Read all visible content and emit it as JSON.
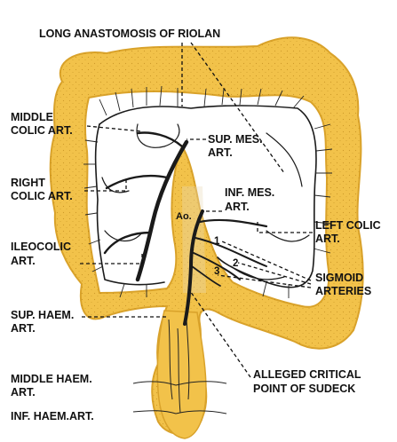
{
  "labels": {
    "riolan": "LONG ANASTOMOSIS OF RIOLAN",
    "middle_colic_1": "MIDDLE",
    "middle_colic_2": "COLIC ART.",
    "sup_mes_1": "SUP. MES.",
    "sup_mes_2": "ART.",
    "right_colic_1": "RIGHT",
    "right_colic_2": "COLIC ART.",
    "inf_mes_1": "INF. MES.",
    "inf_mes_2": "ART.",
    "aorta": "Ao.",
    "left_colic_1": "LEFT COLIC",
    "left_colic_2": "ART.",
    "ileocolic_1": "ILEOCOLIC",
    "ileocolic_2": "ART.",
    "sigmoid_1": "SIGMOID",
    "sigmoid_2": "ARTERIES",
    "sigmoid_num_1": "1",
    "sigmoid_num_2": "2",
    "sigmoid_num_3": "3",
    "sup_haem_1": "SUP. HAEM.",
    "sup_haem_2": "ART.",
    "critical_1": "ALLEGED CRITICAL",
    "critical_2": "POINT OF SUDECK",
    "middle_haem_1": "MIDDLE HAEM.",
    "middle_haem_2": "ART.",
    "inf_haem": "INF. HAEM.ART."
  },
  "colors": {
    "colon_fill": "#F2C24A",
    "colon_edge": "#D9A22A",
    "vessel": "#1a1a1a",
    "text": "#111111",
    "background": "#ffffff"
  }
}
